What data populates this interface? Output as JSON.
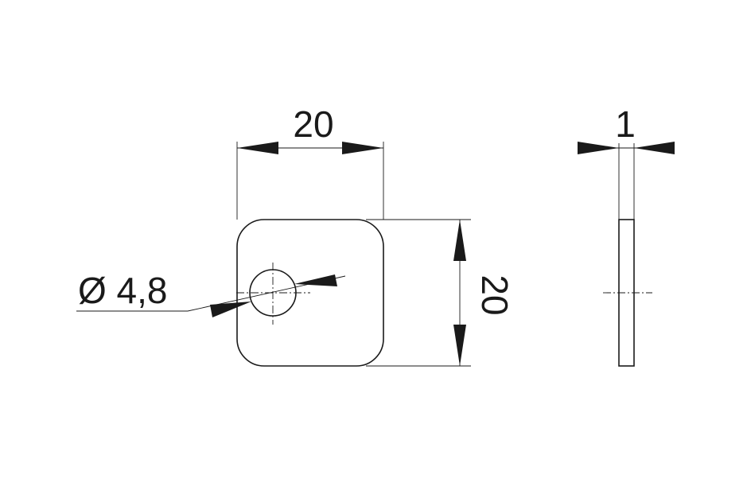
{
  "drawing": {
    "top_width_label": "20",
    "side_height_label": "20",
    "thickness_label": "1",
    "hole_diameter_label": "Ø 4,8"
  },
  "colors": {
    "line": "#1a1a1a",
    "background": "#ffffff"
  }
}
